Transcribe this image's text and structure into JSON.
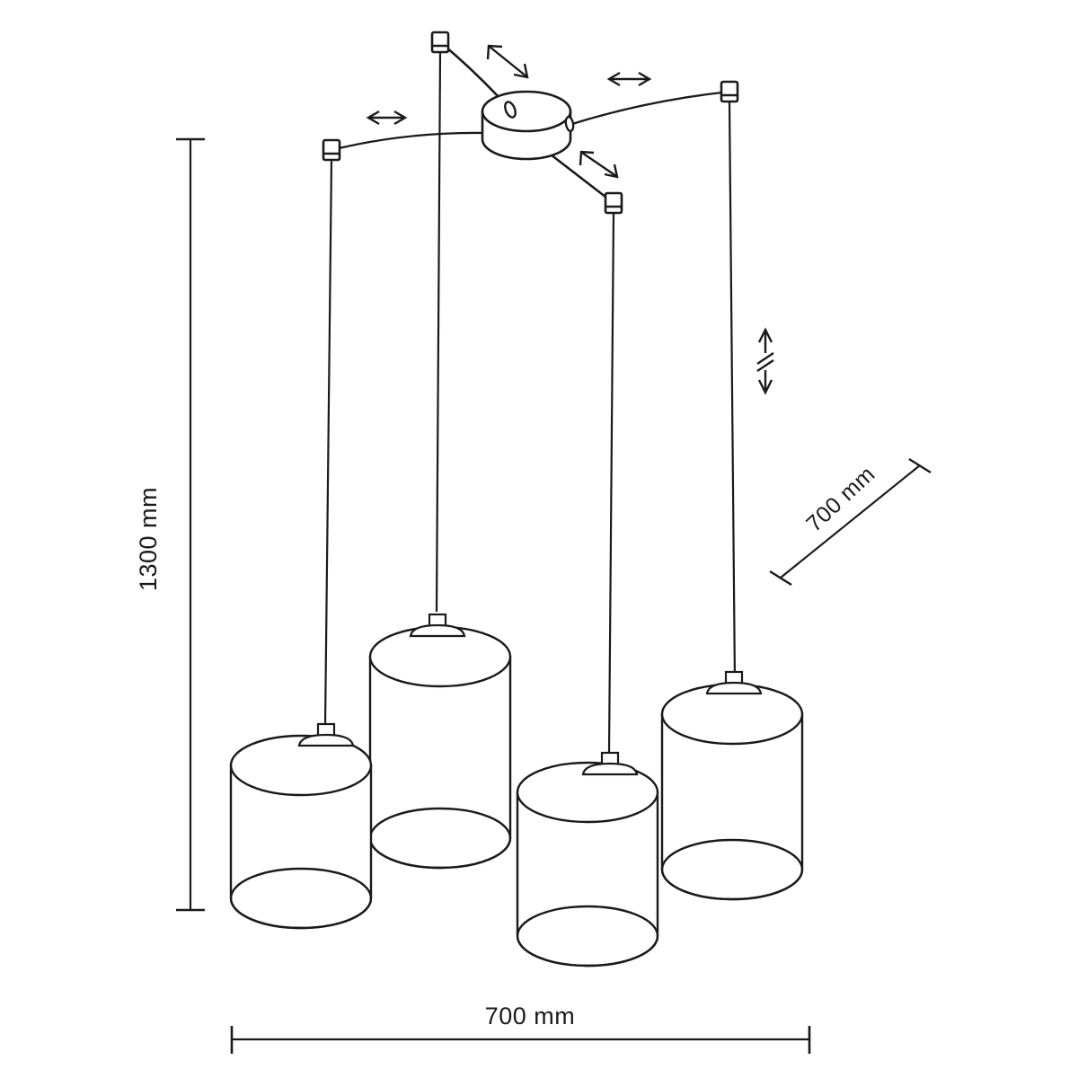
{
  "document": {
    "type": "technical-dimension-drawing",
    "subject": "4-light pendant lamp with adjustable cables and cylindrical shades",
    "background_color": "#ffffff",
    "line_color": "#1a1a1a",
    "text_color": "#1a1a1a"
  },
  "dimensions": {
    "height": {
      "value": "1300 mm",
      "orientation": "vertical",
      "position": "left"
    },
    "depth": {
      "value": "700 mm",
      "orientation": "diagonal",
      "position": "right"
    },
    "width": {
      "value": "700 mm",
      "orientation": "horizontal",
      "position": "bottom"
    }
  },
  "annotations": {
    "arrows": [
      {
        "name": "cable-adjust-arrow-top-left",
        "direction": "diagonal"
      },
      {
        "name": "cable-adjust-arrow-left",
        "direction": "horizontal"
      },
      {
        "name": "cable-adjust-arrow-right",
        "direction": "horizontal"
      },
      {
        "name": "cable-adjust-arrow-bottom-right",
        "direction": "diagonal"
      },
      {
        "name": "drop-length-arrow",
        "direction": "vertical-with-break"
      }
    ]
  },
  "components": {
    "canopy": {
      "name": "ceiling-canopy",
      "shape": "cylinder-disc"
    },
    "anchors": [
      {
        "name": "ceiling-anchor-top"
      },
      {
        "name": "ceiling-anchor-left"
      },
      {
        "name": "ceiling-anchor-right"
      },
      {
        "name": "ceiling-anchor-center"
      }
    ],
    "shades": [
      {
        "name": "lamp-shade-left",
        "shape": "cylinder"
      },
      {
        "name": "lamp-shade-back-left",
        "shape": "cylinder"
      },
      {
        "name": "lamp-shade-front-center",
        "shape": "cylinder"
      },
      {
        "name": "lamp-shade-right",
        "shape": "cylinder"
      }
    ]
  }
}
